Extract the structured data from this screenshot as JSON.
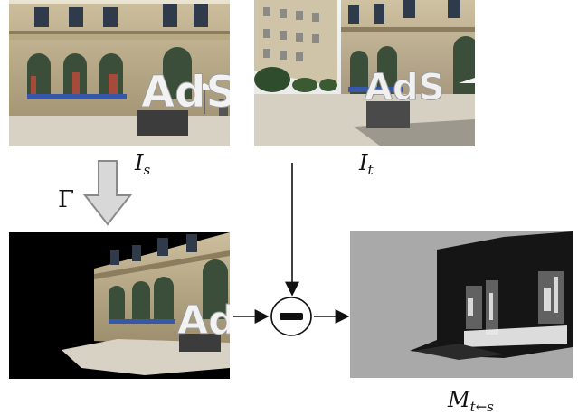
{
  "labels": {
    "source": {
      "main": "I",
      "sub": "s"
    },
    "target": {
      "main": "I",
      "sub": "t"
    },
    "warp": "Γ",
    "mask": {
      "main": "M",
      "sub": "t←s"
    }
  },
  "operator": {
    "symbol": "minus-circle"
  },
  "colors": {
    "mask_background": "#a9a9a9",
    "warp_background": "#000000",
    "arrow": "#111111",
    "big_arrow_fill": "#d8d8d8",
    "big_arrow_stroke": "#8a8a8a"
  },
  "content": {
    "sculpture_text": "AdS"
  }
}
